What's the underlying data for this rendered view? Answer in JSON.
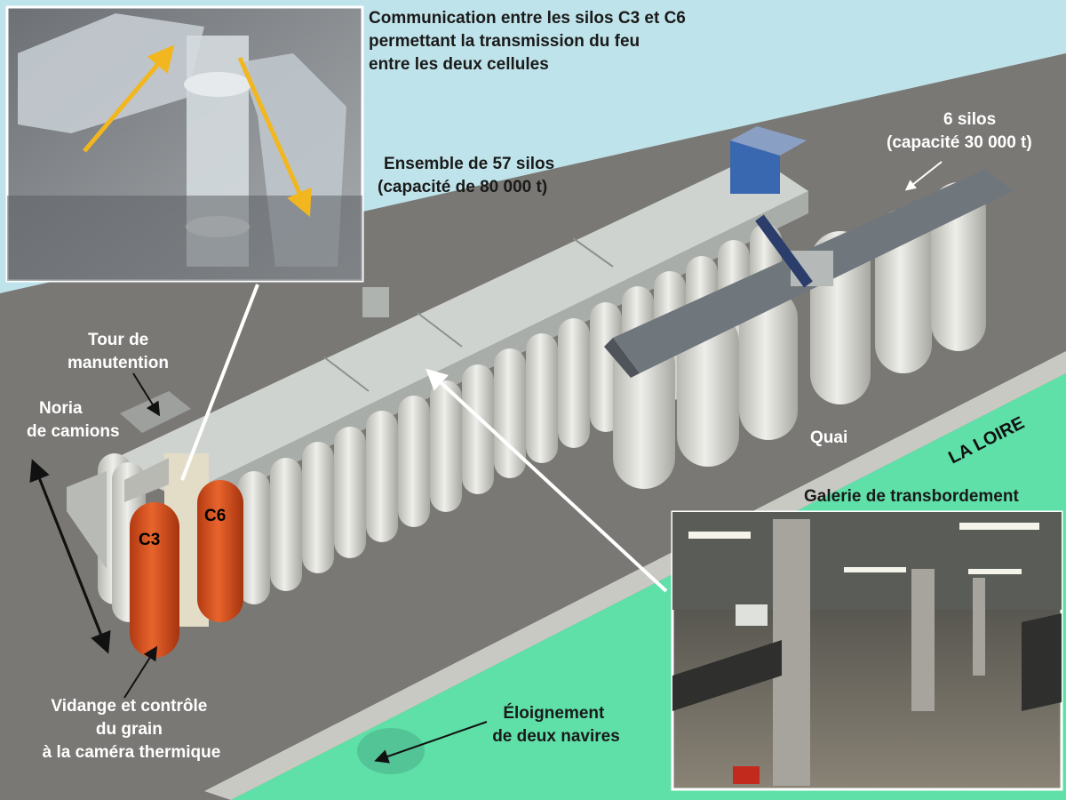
{
  "labels": {
    "communication": [
      "Communication entre les silos C3 et C6",
      "permettant la transmission du feu",
      "entre les deux cellules"
    ],
    "ensemble": [
      "Ensemble de 57 silos",
      "(capacité de 80 000 t)"
    ],
    "six_silos": [
      "6 silos",
      "(capacité 30 000 t)"
    ],
    "tour": [
      "Tour de",
      "manutention"
    ],
    "noria": [
      "Noria",
      "de camions"
    ],
    "quai": "Quai",
    "loire": "LA LOIRE",
    "galerie": "Galerie de transbordement",
    "vidange": [
      "Vidange et contrôle",
      "du grain",
      "à la caméra thermique"
    ],
    "eloignement": [
      "Éloignement",
      "de deux navires"
    ],
    "c3": "C3",
    "c6": "C6"
  },
  "colors": {
    "ground": "#7a7875",
    "river": "#5fe0a8",
    "silo": "#d8d8d2",
    "silo_highlight": "#d9501f",
    "arrow_yellow": "#f2b61f",
    "sky": "#bfe3ea"
  }
}
